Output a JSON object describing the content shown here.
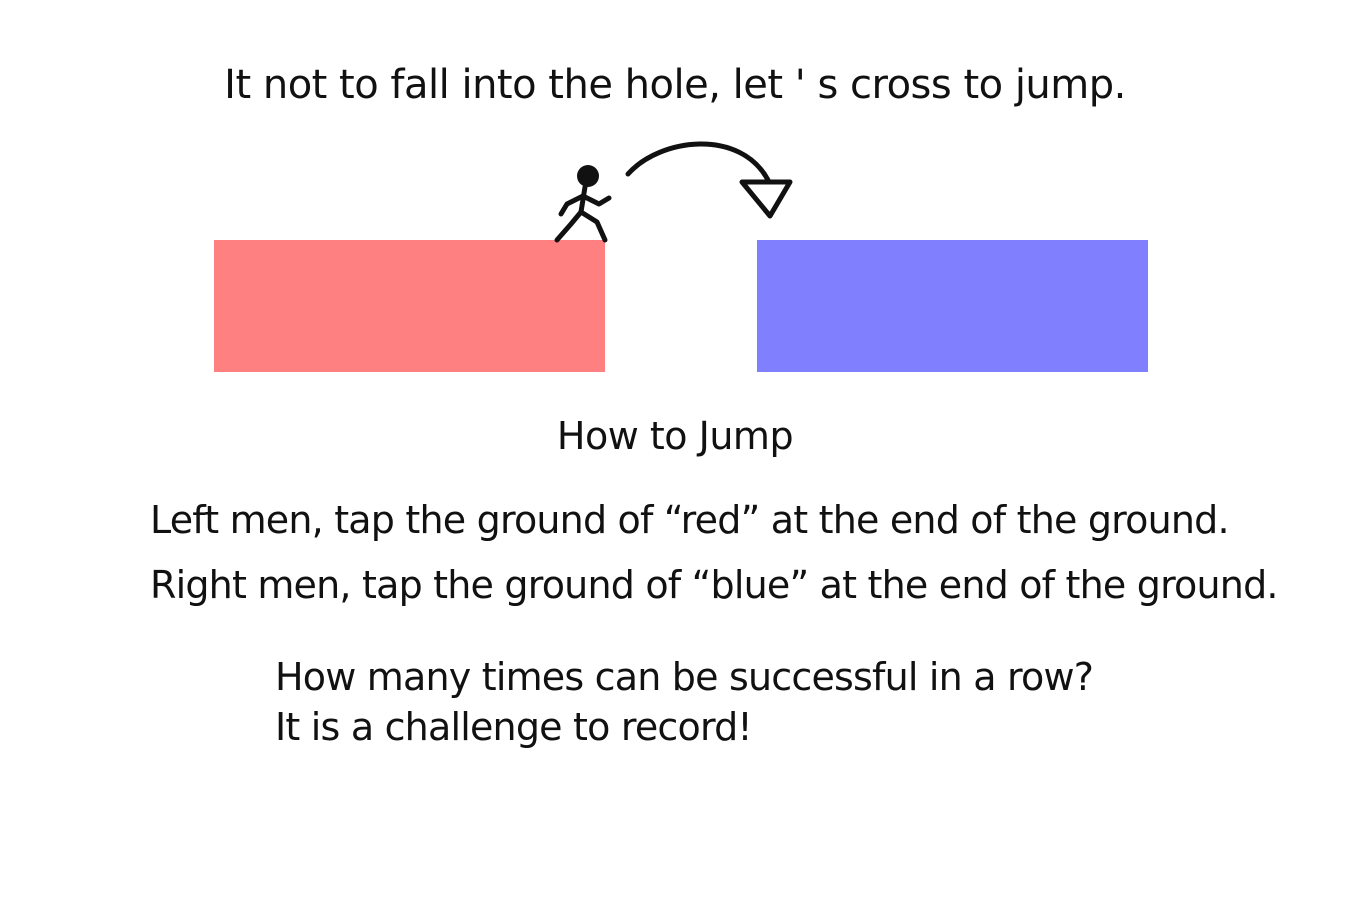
{
  "headline": "It not to fall into the hole, let ' s cross to jump.",
  "colors": {
    "red_ground": "#ff8080",
    "blue_ground": "#8080ff",
    "ink": "#111111"
  },
  "icons": {
    "player": "stickman-icon",
    "jump": "curved-arrow-icon"
  },
  "how_to": {
    "title": "How to Jump",
    "left_instruction": "Left men, tap the ground of “red” at the end of the ground.",
    "right_instruction": "Right men, tap the ground of “blue” at the end of the ground."
  },
  "challenge": {
    "line1": "How many times can be successful in a row?",
    "line2": "It is a challenge to record!"
  }
}
